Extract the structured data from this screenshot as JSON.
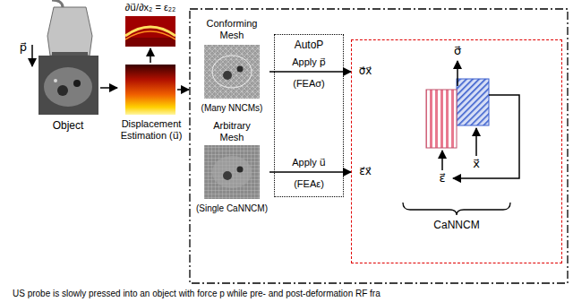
{
  "diagram": {
    "caption": "US probe is slowly pressed into an object with force p while pre- and post-deformation RF fra",
    "nodes": [
      {
        "text": [
          "Object"
        ]
      },
      {
        "text": [
          "Displacement Estimation (u⃗)"
        ]
      },
      {
        "text": [
          "∂u⃗/∂x₂ = ε₂₂"
        ]
      },
      {
        "text": [
          "Conforming Mesh",
          "(Many NNCMs)"
        ]
      },
      {
        "text": [
          "Arbitrary Mesh",
          "(Single CaNNCM)"
        ]
      },
      {
        "text": [
          "AutoP"
        ]
      },
      {
        "text": [
          "CaNNCM"
        ]
      }
    ],
    "edges": [
      {
        "from": 0,
        "to": 1,
        "arrow": "to"
      },
      {
        "from": 1,
        "to": 2,
        "arrow": "to"
      },
      {
        "from": 3,
        "to": 6,
        "arrow": "to"
      },
      {
        "from": 4,
        "to": 6,
        "arrow": "to"
      }
    ],
    "labels": [
      "p⃗",
      "Apply p⃗",
      "(FEAσ)",
      "σ⃗x⃗",
      "Apply u⃗",
      "(FEAε)",
      "ε⃗x⃗",
      "σ⃗",
      "x⃗",
      "ε⃗"
    ]
  }
}
